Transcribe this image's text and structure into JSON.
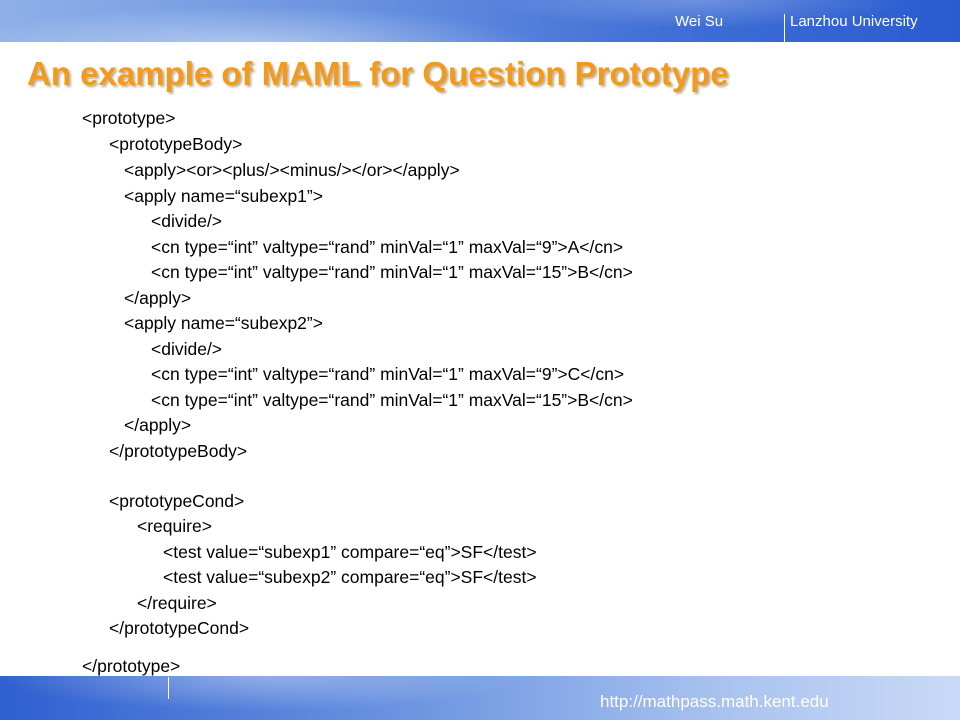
{
  "header": {
    "author": "Wei Su",
    "organization": "Lanzhou University"
  },
  "slide": {
    "title": "An example of MAML for Question Prototype",
    "code_lines": [
      "<prototype>",
      "<prototypeBody>",
      "<apply><or><plus/><minus/></or></apply>",
      "<apply name=“subexp1”>",
      "<divide/>",
      "<cn type=“int” valtype=“rand” minVal=“1” maxVal=“9”>A</cn>",
      "<cn type=“int” valtype=“rand” minVal=“1” maxVal=“15”>B</cn>",
      "</apply>",
      "<apply name=“subexp2”>",
      "<divide/>",
      "<cn type=“int” valtype=“rand” minVal=“1” maxVal=“9”>C</cn>",
      "<cn type=“int” valtype=“rand” minVal=“1” maxVal=“15”>B</cn>",
      "</apply>",
      "</prototypeBody>",
      "<prototypeCond>",
      "<require>",
      "<test value=“subexp1” compare=“eq”>SF</test>",
      "<test value=“subexp2” compare=“eq”>SF</test>",
      "</require>",
      "</prototypeCond>",
      "</prototype>"
    ]
  },
  "footer": {
    "url": "http://mathpass.math.kent.edu"
  },
  "colors": {
    "title": "#f29a1e",
    "band_dark": "#2a5bd0",
    "band_light": "#c9daf6"
  }
}
